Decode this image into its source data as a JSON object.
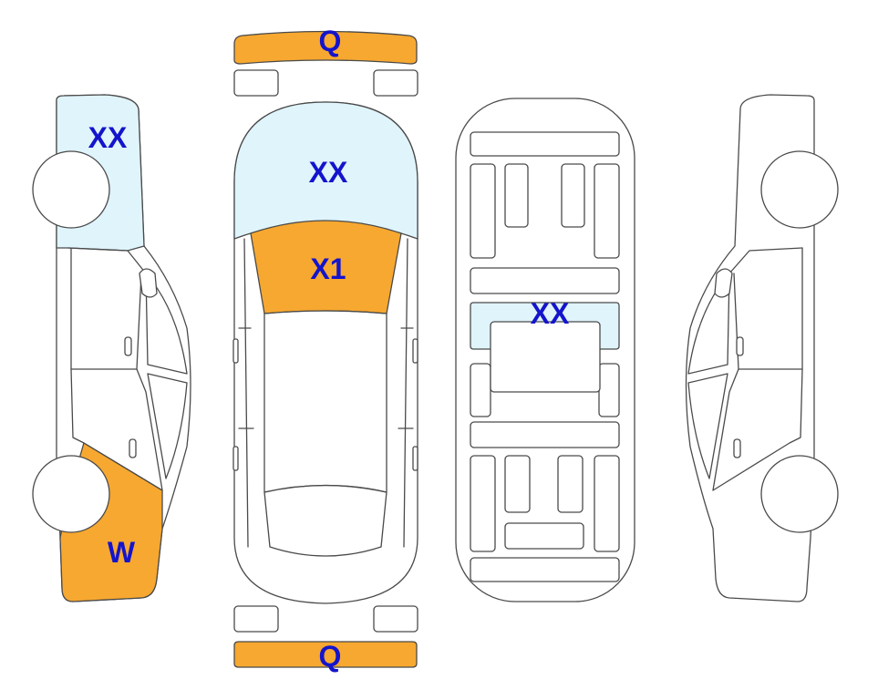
{
  "colors": {
    "orange": "#F7A830",
    "light_blue": "#DFF4FB",
    "outline": "#4a4a4a",
    "label": "#1414CC"
  },
  "labels": {
    "front_bumper": "Q",
    "rear_bumper": "Q",
    "top_hood": "XX",
    "top_windshield": "X1",
    "left_front_fender": "XX",
    "left_rear_quarter": "W",
    "underbody_center": "XX"
  }
}
